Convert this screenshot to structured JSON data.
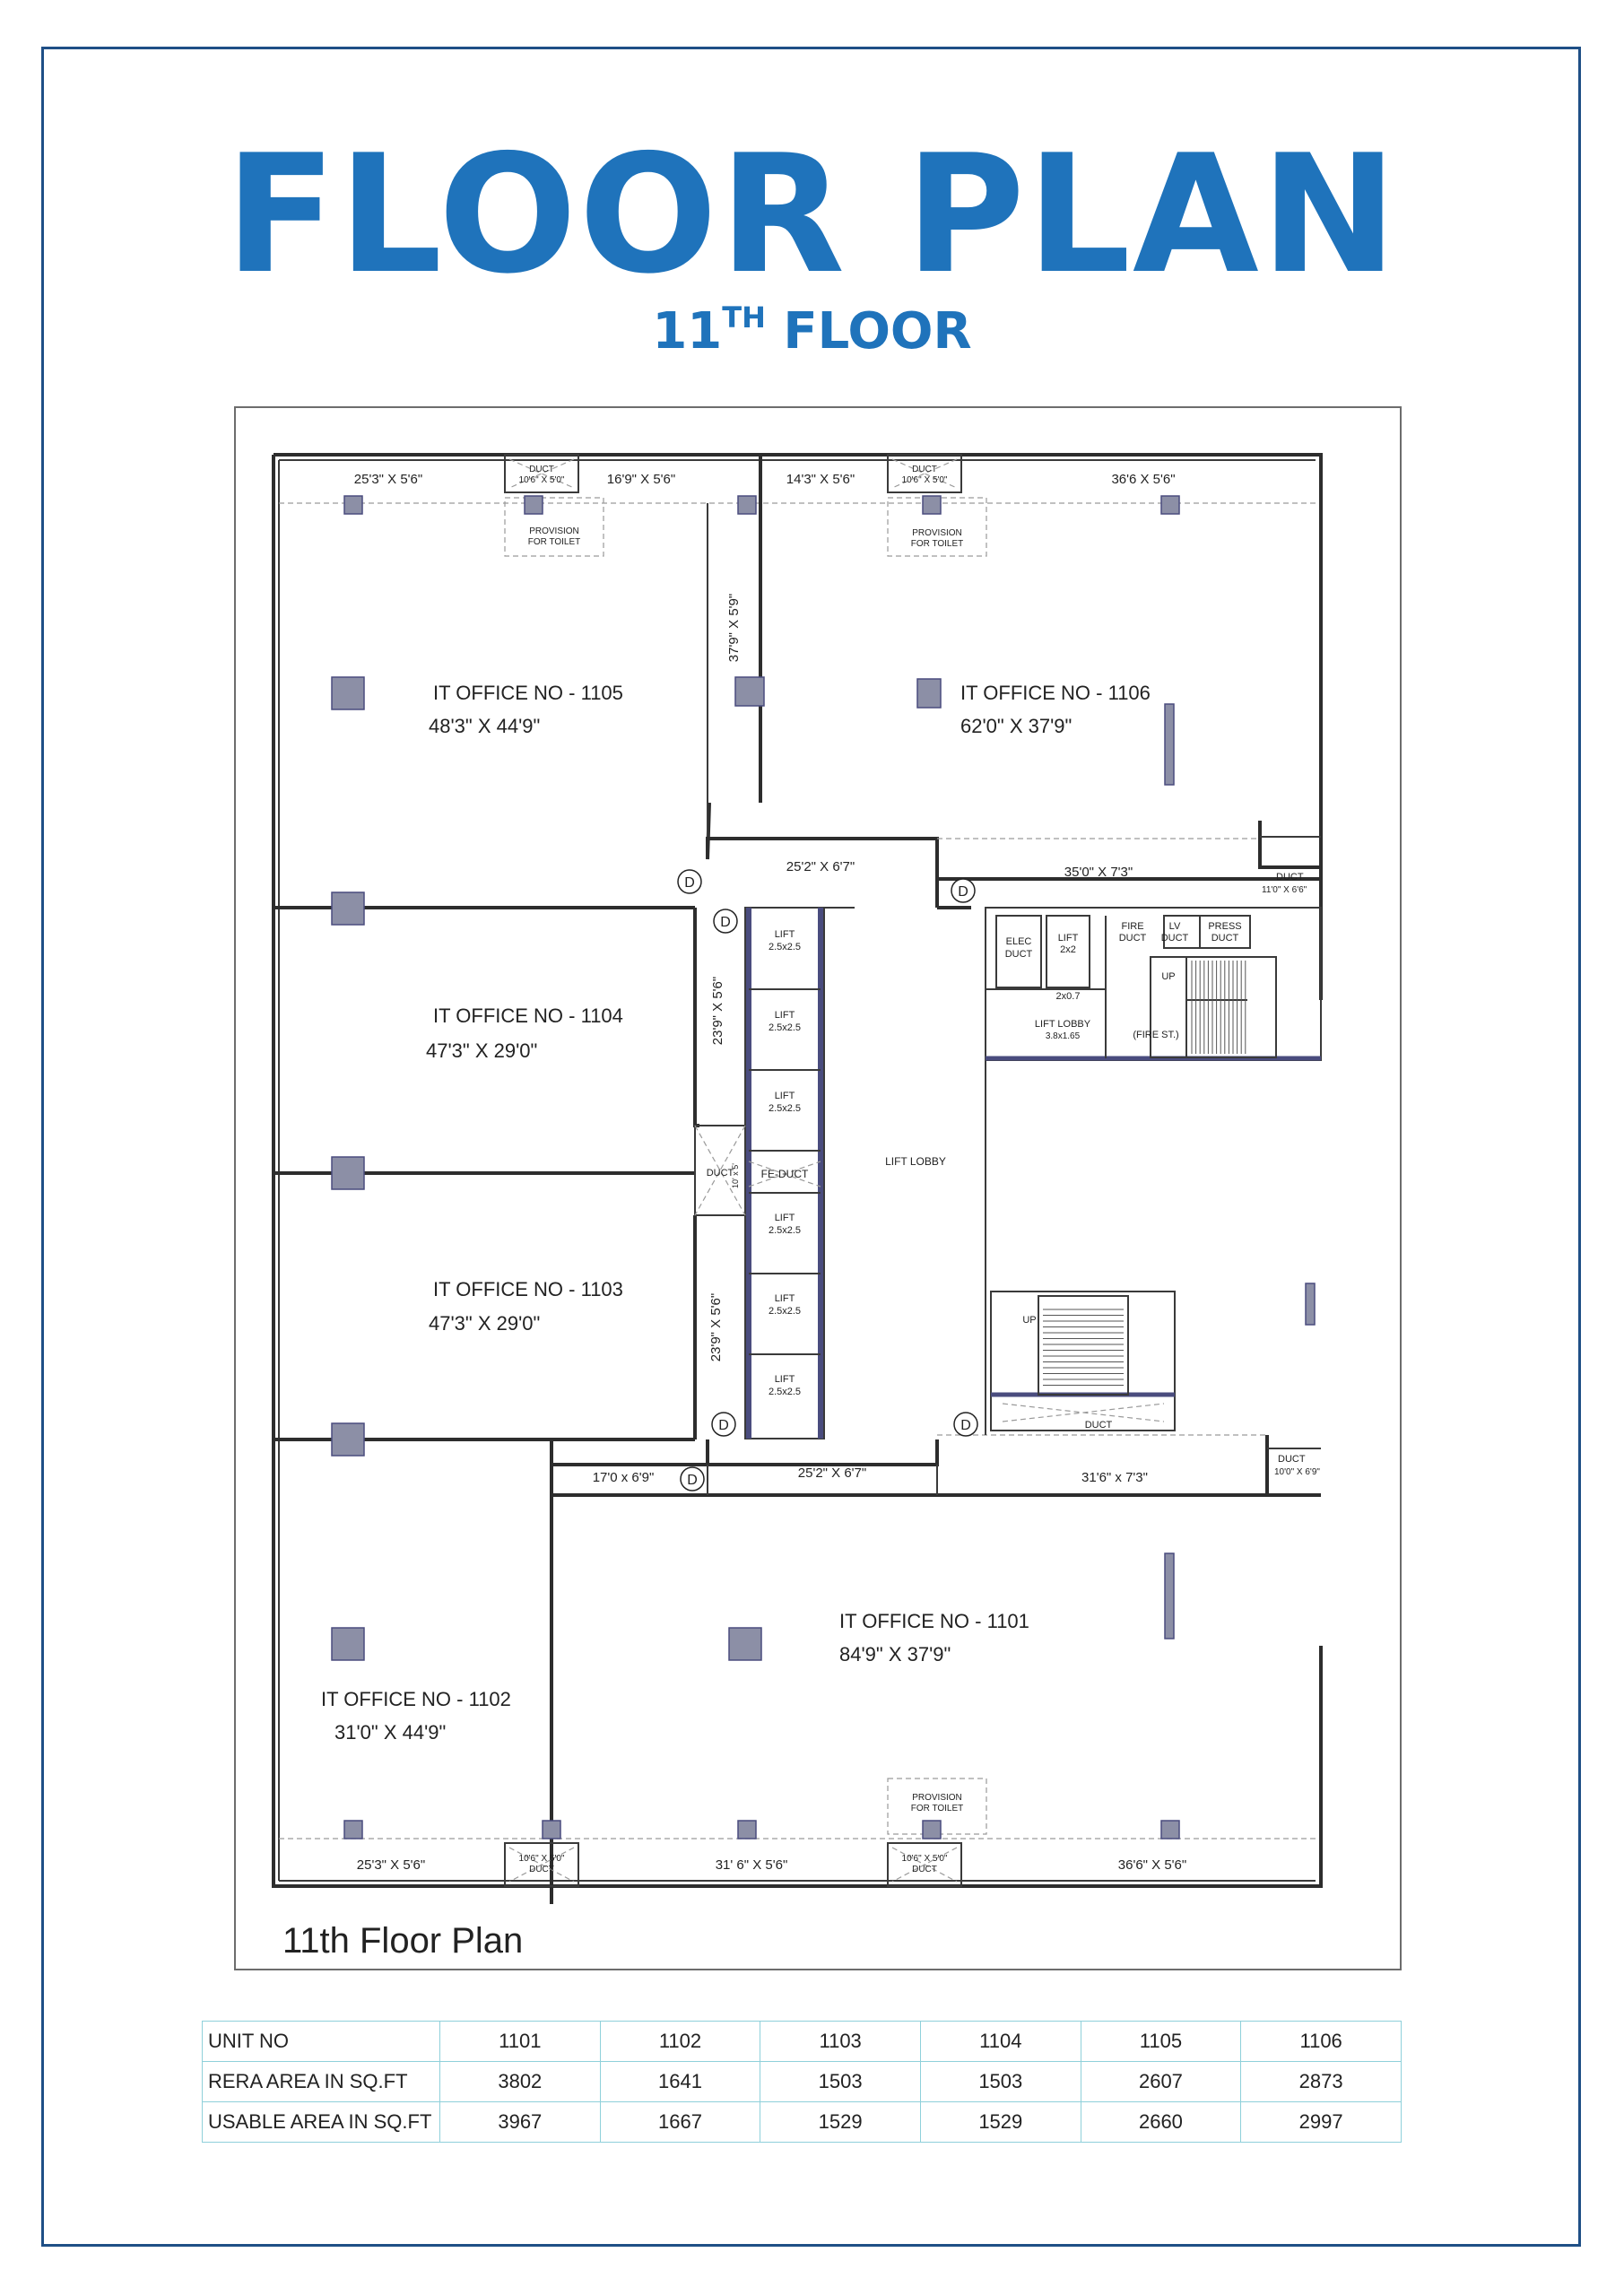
{
  "title": "FLOOR PLAN",
  "subtitle": {
    "number": "11",
    "suffix": "TH",
    "word": "FLOOR"
  },
  "plan_caption": "11th Floor Plan",
  "colors": {
    "brand_blue": "#1f73bb",
    "border_navy": "#1f4f86",
    "table_border": "#8fd0da"
  },
  "offices": [
    {
      "name": "IT OFFICE NO - 1105",
      "size": "48'3\" X 44'9\""
    },
    {
      "name": "IT OFFICE NO - 1106",
      "size": "62'0\" X 37'9\""
    },
    {
      "name": "IT OFFICE NO - 1104",
      "size": "47'3\" X 29'0\""
    },
    {
      "name": "IT OFFICE NO - 1103",
      "size": "47'3\" X 29'0\""
    },
    {
      "name": "IT OFFICE NO - 1102",
      "size": "31'0\" X 44'9\""
    },
    {
      "name": "IT OFFICE NO - 1101",
      "size": "84'9\" X 37'9\""
    }
  ],
  "dims": {
    "d1": "25'3\" X 5'6\"",
    "d2": "16'9\" X 5'6\"",
    "d3": "14'3\" X 5'6\"",
    "d4": "36'6 X 5'6\"",
    "d5": "37'9\" X 5'9\"",
    "d6": "25'2\" X 6'7\"",
    "d7": "35'0\" X 7'3\"",
    "d8": "23'9\" X 5'6\"",
    "d9": "23'9\" X 5'6\"",
    "d10": "17'0 x 6'9\"",
    "d11": "25'2\" X 6'7\"",
    "d12": "31'6\" x 7'3\"",
    "d13": "25'3\" X 5'6\"",
    "d14": "31' 6\" X 5'6\"",
    "d15": "36'6\" X 5'6\""
  },
  "small": {
    "duct": "DUCT",
    "duct_size": "10'6\" X 5'0\"",
    "prov1": "PROVISION",
    "prov2": "FOR TOILET",
    "duct_a": "11'0\" X 6'6\"",
    "duct_b": "10'0\" X 6'9\"",
    "lift": "LIFT",
    "lift_size": "2.5x2.5",
    "lift2x2": "2x2",
    "size_2x07": "2x0.7",
    "elec1": "ELEC",
    "elec2": "DUCT",
    "fire1": "FIRE",
    "fire2": "DUCT",
    "lv1": "LV",
    "lv2": "DUCT",
    "press1": "PRESS",
    "press2": "DUCT",
    "up": "UP",
    "lift_lobby": "LIFT LOBBY",
    "lift_lobby_size": "3.8x1.65",
    "fire_st": "(FIRE ST.)",
    "fe_duct": "FE-DUCT",
    "duct_10x5": "10' x 5'",
    "door": "D"
  },
  "area_table": {
    "rows": [
      {
        "label": "UNIT NO",
        "values": [
          "1101",
          "1102",
          "1103",
          "1104",
          "1105",
          "1106"
        ]
      },
      {
        "label": "RERA AREA IN SQ.FT",
        "values": [
          "3802",
          "1641",
          "1503",
          "1503",
          "2607",
          "2873"
        ]
      },
      {
        "label": "USABLE AREA IN SQ.FT",
        "values": [
          "3967",
          "1667",
          "1529",
          "1529",
          "2660",
          "2997"
        ]
      }
    ]
  }
}
